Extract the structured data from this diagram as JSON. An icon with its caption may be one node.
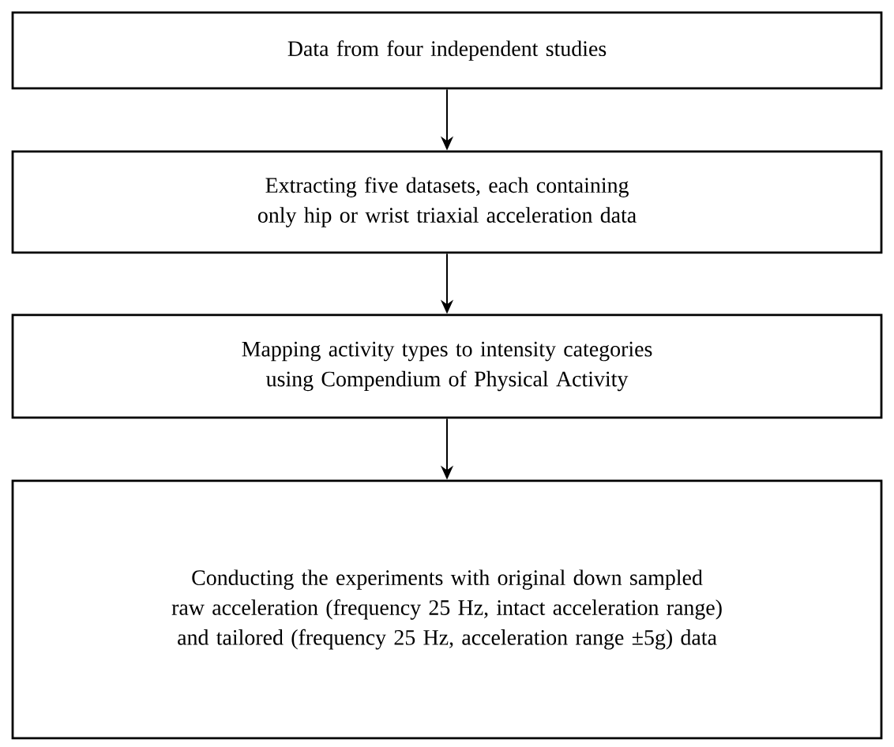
{
  "diagram": {
    "nodes": [
      {
        "text": [
          "Data from four independent studies"
        ]
      },
      {
        "text": [
          "Extracting five datasets, each containing only hip or wrist triaxial acceleration data"
        ]
      },
      {
        "text": [
          "Mapping activity types to intensity categories using Compendium of Physical Activity"
        ]
      },
      {
        "text": [
          "Conducting the experiments with original down sampled raw acceleration (frequency 25 Hz, intact acceleration range) and tailored (frequency 25 Hz, acceleration range ±5g) data"
        ]
      }
    ],
    "edges": [
      {
        "from": 0,
        "to": 1,
        "arrow": "to"
      },
      {
        "from": 1,
        "to": 2,
        "arrow": "to"
      },
      {
        "from": 2,
        "to": 3,
        "arrow": "to"
      }
    ]
  }
}
